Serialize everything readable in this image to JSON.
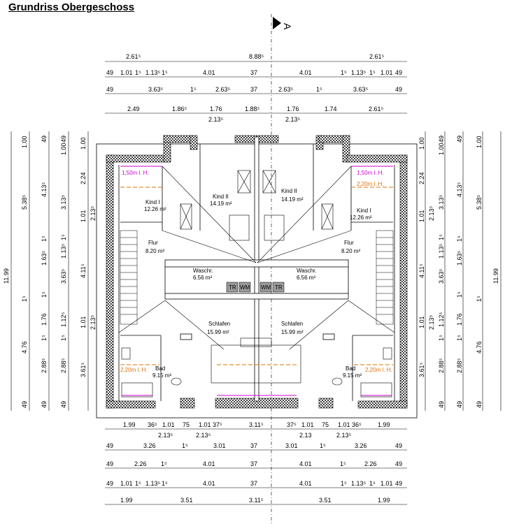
{
  "title": "Grundriss Obergeschoss",
  "section_marker": "A",
  "top_dims": {
    "row1": [
      "2.61⁵",
      "8.88⁵",
      "2.61⁵"
    ],
    "row2": [
      "49",
      "1.01",
      "1⁵",
      "1.13⁵",
      "1⁵",
      "4.01",
      "37",
      "4.01",
      "1⁵",
      "1.13⁵",
      "1⁵",
      "1.01",
      "49"
    ],
    "row3": [
      "49",
      "3.63⁵",
      "1⁵",
      "2.63⁵",
      "37",
      "2.63⁵",
      "1⁵",
      "3.63⁵",
      "49"
    ],
    "row4": [
      "2.49",
      "1.86⁵",
      "1.76",
      "1.88⁵",
      "1.76",
      "1.74",
      "2.61⁵"
    ],
    "row5": [
      "2.13⁵",
      "2.13⁵"
    ]
  },
  "bottom_dims": {
    "row1": [
      "1.99",
      "36⁵",
      "1.01",
      "75",
      "1.01",
      "37⁵",
      "3.11⁵",
      "37⁵",
      "1.01",
      "75",
      "1.01",
      "36⁵",
      "1.99"
    ],
    "row1b": [
      "2.13⁵",
      "2.13⁵",
      "2.13",
      "2.13⁵"
    ],
    "row2": [
      "49",
      "3.26",
      "1⁵",
      "3.01",
      "37",
      "3.01",
      "1⁵",
      "3.26",
      "49"
    ],
    "row3": [
      "49",
      "2.26",
      "1⁵",
      "4.01",
      "37",
      "4.01",
      "1⁵",
      "2.26",
      "49"
    ],
    "row4": [
      "49",
      "1.01",
      "1⁵",
      "1.13⁵",
      "1⁵",
      "4.01",
      "37",
      "4.01",
      "1⁵",
      "1.13⁵",
      "1⁵",
      "1.01",
      "49"
    ],
    "row5": [
      "1.99",
      "3.51",
      "3.11⁵",
      "3.51",
      "1.99"
    ]
  },
  "left_dims": {
    "col1": [
      "11.99"
    ],
    "col2": [
      "1.00",
      "5.38⁵",
      "1⁵",
      "4.76",
      "49"
    ],
    "col3": [
      "49",
      "4.13⁵",
      "1⁵",
      "1.63⁵",
      "1⁵",
      "1.76",
      "1⁵",
      "2.88⁵",
      "49"
    ],
    "col4": [
      "49",
      "1.00",
      "3.13⁵",
      "1⁵",
      "1.13⁵",
      "3.63⁵",
      "1.12⁵",
      "1⁵",
      "2.88⁵",
      "49"
    ],
    "col5": [
      "1.00",
      "2.24",
      "1.01",
      "4.11⁵",
      "1.01",
      "3.61⁵"
    ],
    "col6": [
      "2.13⁵",
      "2.13⁵"
    ]
  },
  "right_dims": {
    "col1": [
      "1.00",
      "2.24",
      "1.01",
      "4.11⁵",
      "1.01",
      "3.61⁵"
    ],
    "col2": [
      "49",
      "1.00",
      "3.13⁵",
      "1⁵",
      "1.13⁵",
      "3.63⁵",
      "1.12⁵",
      "1⁵",
      "2.88⁵",
      "49"
    ],
    "col3": [
      "49",
      "4.13⁵",
      "1⁵",
      "1.63⁵",
      "1⁵",
      "1.76",
      "1⁵",
      "2.88⁵",
      "49"
    ],
    "col4": [
      "1.00",
      "5.38⁵",
      "1⁵",
      "4.76",
      "49"
    ],
    "col5": [
      "11.99"
    ],
    "col6": [
      "2.13⁵",
      "2.13⁵"
    ]
  },
  "rooms": {
    "kind1_left": {
      "name": "Kind I",
      "area": "12.26 m²"
    },
    "kind2_left": {
      "name": "Kind II",
      "area": "14.19 m²"
    },
    "kind2_right": {
      "name": "Kind II",
      "area": "14.19 m²"
    },
    "kind1_right": {
      "name": "Kind I",
      "area": "12.26 m²"
    },
    "flur_left": {
      "name": "Flur",
      "area": "8.20 m²"
    },
    "flur_right": {
      "name": "Flur",
      "area": "8.20 m²"
    },
    "waschr_left": {
      "name": "Waschr.",
      "area": "6.56 m²"
    },
    "waschr_right": {
      "name": "Waschr.",
      "area": "6.56 m²"
    },
    "schlafen_left": {
      "name": "Schlafen",
      "area": "15.99 m²"
    },
    "schlafen_right": {
      "name": "Schlafen",
      "area": "15.99 m²"
    },
    "bad_left": {
      "name": "Bad",
      "area": "9.15 m²"
    },
    "bad_right": {
      "name": "Bad",
      "area": "9.15 m²"
    }
  },
  "height_labels": {
    "lh150_left": "1,50m l. H.",
    "lh150_right": "1,50m l. H.",
    "lh220_top_right": "2,20m l. H.",
    "lh220_bad_left": "2,20m l. H.",
    "lh220_bad_right": "2,20m l. H."
  },
  "appliances": [
    "TR",
    "WM",
    "WM",
    "TR"
  ],
  "colors": {
    "magenta": "#d000d0",
    "orange": "#e07000",
    "wall": "#555555"
  }
}
